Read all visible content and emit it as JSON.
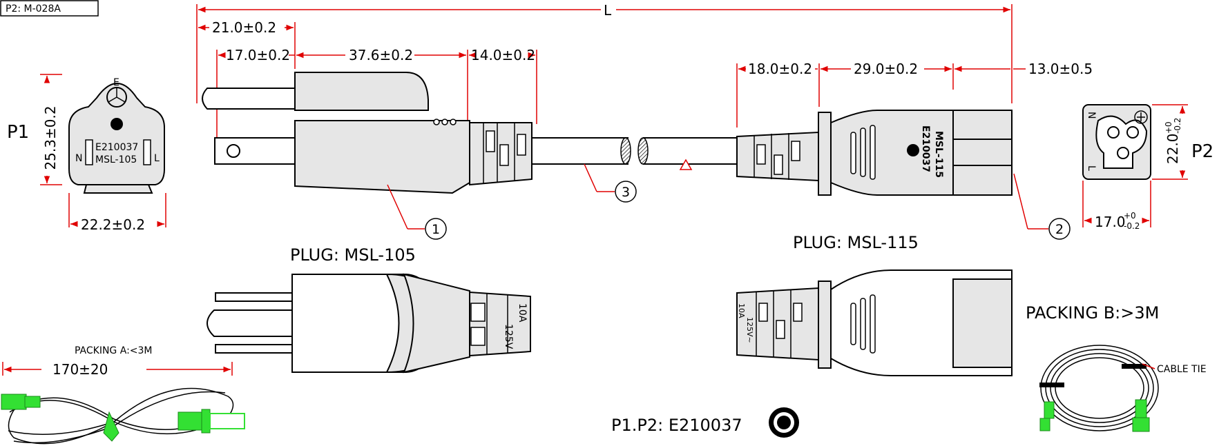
{
  "title_block": {
    "part_code": "P2: M-028A"
  },
  "dimensions": {
    "overall_length": "L",
    "d_21": "21.0±0.2",
    "d_17": "17.0±0.2",
    "d_37_6": "37.6±0.2",
    "d_14": "14.0±0.2",
    "d_18": "18.0±0.2",
    "d_29": "29.0±0.2",
    "d_13": "13.0±0.5",
    "p1_height": "25.3±0.2",
    "p1_width": "22.2±0.2",
    "p2_height_base": "22.0",
    "p2_width_base": "17.0",
    "tol_plus": "+0",
    "tol_minus": "-0.2",
    "packing_a_len": "170±20"
  },
  "face_labels": {
    "p1": "P1",
    "p2": "P2",
    "e": "E",
    "n": "N",
    "l": "L",
    "cert_no": "E210037",
    "p1_model": "MSL-105"
  },
  "plug_text": {
    "p1_title": "PLUG:  MSL-105",
    "p2_title": "PLUG:  MSL-115",
    "p2_model": "MSL-115",
    "p2_cert": "E210037",
    "rating_v": "125V",
    "rating_a": "10A",
    "rating_combo_a": "10A",
    "rating_combo_v": "125V~"
  },
  "callouts": {
    "c1": "1",
    "c2": "2",
    "c3": "3"
  },
  "packing": {
    "a_label": "PACKING  A:<3M",
    "b_label": "PACKING  B:>3M",
    "cable_tie": "CABLE TIE"
  },
  "footer": {
    "approval": "P1.P2:  E210037"
  },
  "colors": {
    "line": "#000000",
    "dimension": "#e00000",
    "plug_green": "#33e033",
    "fill_grey": "#e6e6e6"
  }
}
